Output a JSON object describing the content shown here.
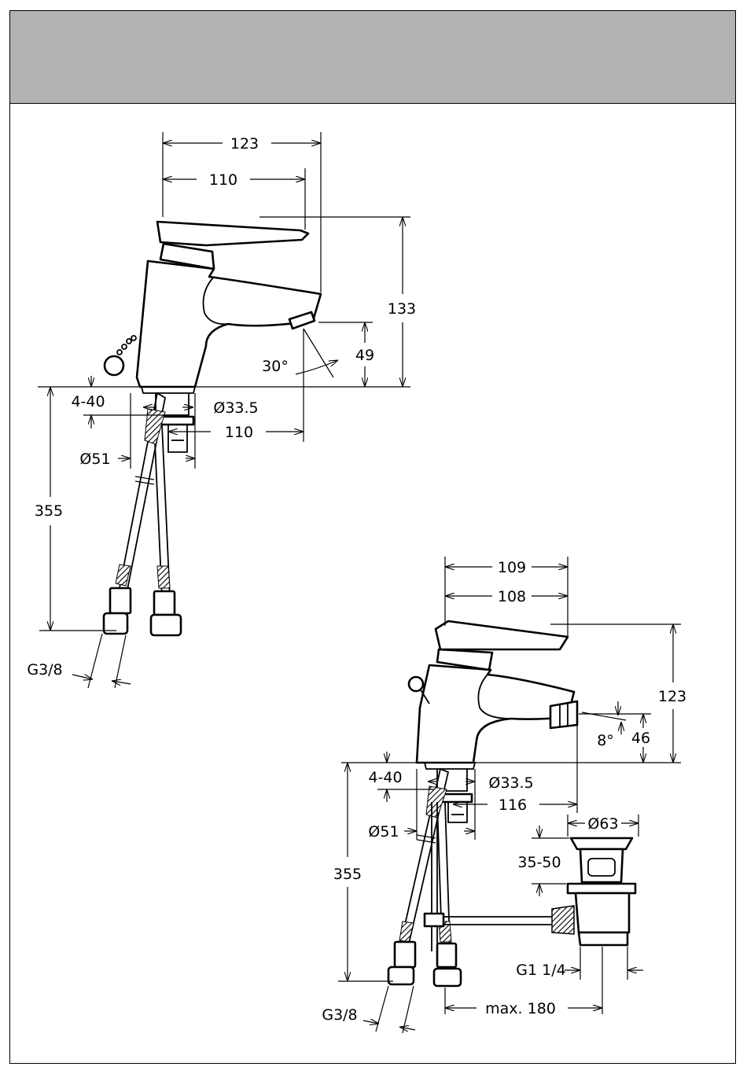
{
  "colors": {
    "header_band": "#b3b3b3",
    "line": "#000000",
    "paper": "#ffffff"
  },
  "basin_mixer": {
    "dim_top_width": "123",
    "dim_spout_reach": "110",
    "dim_height": "133",
    "dim_spout_height": "49",
    "dim_angle": "30°",
    "dim_deck_thickness": "4-40",
    "dim_tail_diameter": "Ø33.5",
    "dim_outlet_reach": "110",
    "dim_base_diameter": "Ø51",
    "dim_hose_length": "355",
    "dim_connection": "G3/8"
  },
  "bidet_mixer": {
    "dim_top_width": "109",
    "dim_spout_reach": "108",
    "dim_height": "123",
    "dim_spout_height": "46",
    "dim_angle": "8°",
    "dim_deck_thickness": "4-40",
    "dim_tail_diameter": "Ø33.5",
    "dim_outlet_reach": "116",
    "dim_base_diameter": "Ø51",
    "dim_hose_length": "355",
    "dim_connection": "G3/8",
    "dim_waste_diameter": "Ø63",
    "dim_waste_range": "35-50",
    "dim_waste_thread": "G1 1/4",
    "dim_pull_rod": "max. 180"
  }
}
